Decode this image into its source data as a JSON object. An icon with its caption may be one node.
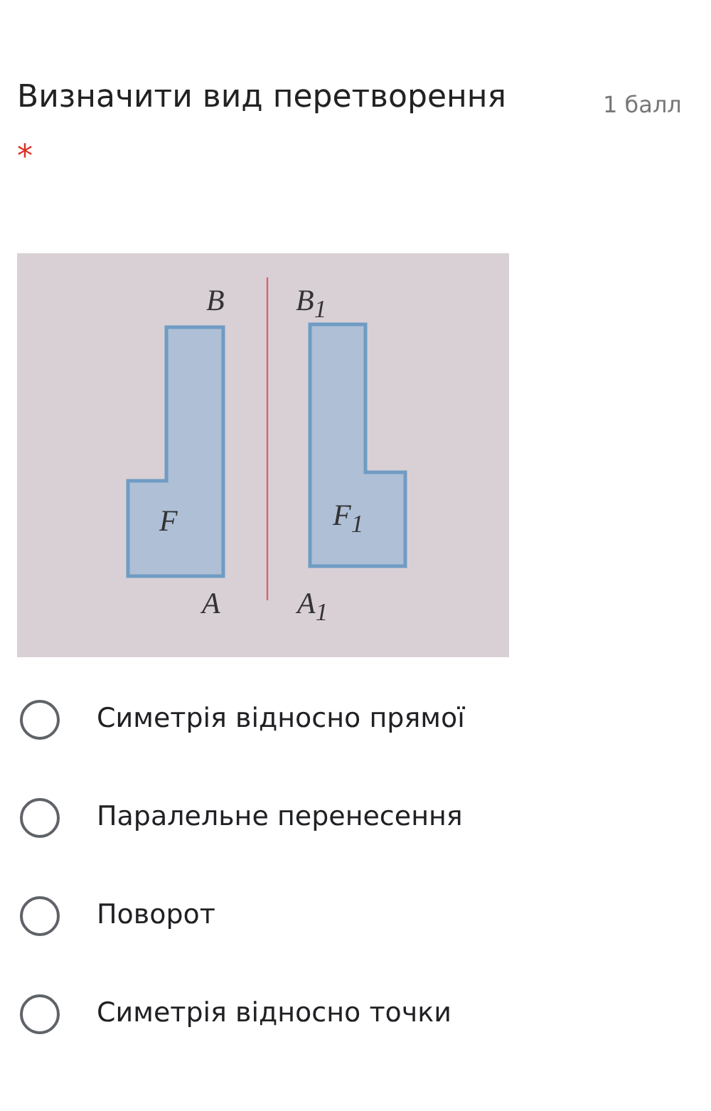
{
  "diagram": {
    "title": "Визначити вид перетворення",
    "nodes": [
      {
        "text": [
          "F"
        ]
      },
      {
        "text": [
          "F$_{1}$"
        ]
      }
    ],
    "edges": [],
    "labels": [
      "1 балл",
      "*",
      "B",
      "B$_{1}$",
      "A",
      "A$_{1}$",
      "Симетрія відносно прямої",
      "Паралельне перенесення",
      "Поворот",
      "Симетрія відносно точки"
    ]
  }
}
